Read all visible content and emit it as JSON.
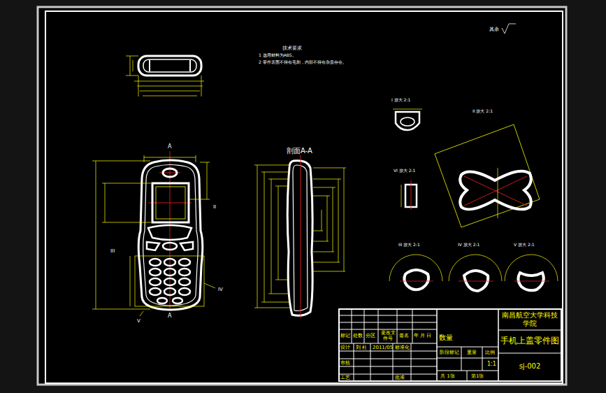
{
  "diagram": {
    "labels": [
      "技术要求",
      "1 选用材料为ABS。",
      "2 零件表面不得有毛刺，内部不得有杂质存在。",
      "其余",
      "剖面A-A",
      "A",
      "A",
      "II",
      "III",
      "IV",
      "V",
      "I 放大 2:1",
      "II 放大 2:1",
      "VI 放大 2:1",
      "III 放大 2:1",
      "IV 放大 2:1",
      "V 放大 2:1",
      "南昌航空大学科技学院",
      "手机上盖零件图",
      "sj-002",
      "数量",
      "标记",
      "处数",
      "分区",
      "更改文件号",
      "签名",
      "年 月 日",
      "设计",
      "刘 杜",
      "2011/05",
      "标准化",
      "阶段标记",
      "重量",
      "比例",
      "1:1",
      "审核",
      "工艺",
      "批准",
      "共 1张",
      "第1张"
    ]
  }
}
